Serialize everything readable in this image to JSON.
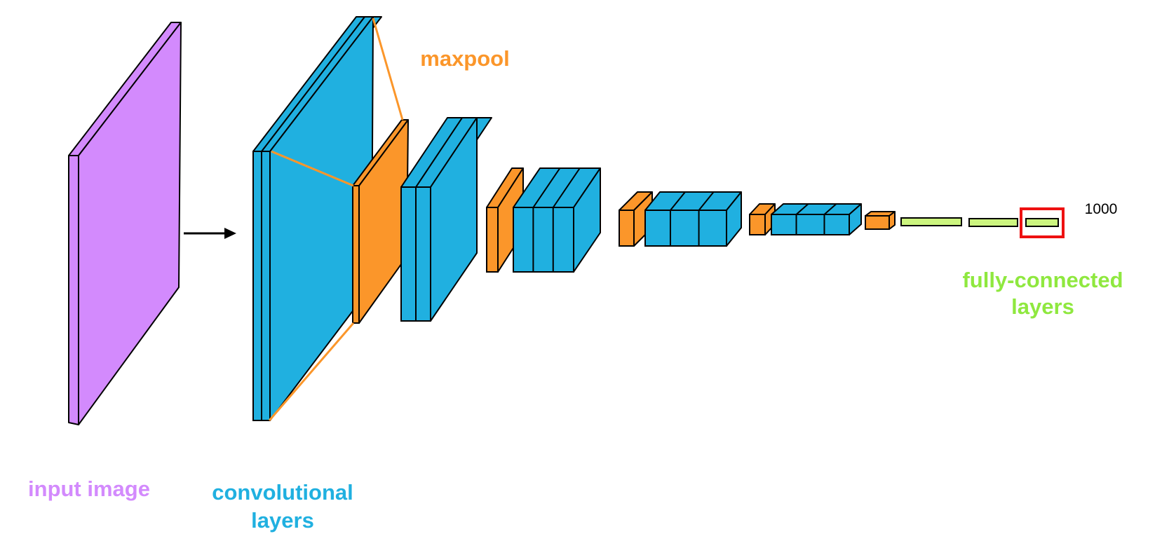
{
  "labels": {
    "input_image": "input image",
    "conv_line1": "convolutional",
    "conv_line2": "layers",
    "maxpool": "maxpool",
    "fc_line1": "fully-connected",
    "fc_line2": "layers",
    "output_size": "1000"
  },
  "colors": {
    "input": "#d38afd",
    "conv": "#20b0e0",
    "pool": "#fb962a",
    "fc": "#ccf57f",
    "fc_text": "#8fe83f",
    "highlight": "#ee1111",
    "stroke": "#000000"
  }
}
